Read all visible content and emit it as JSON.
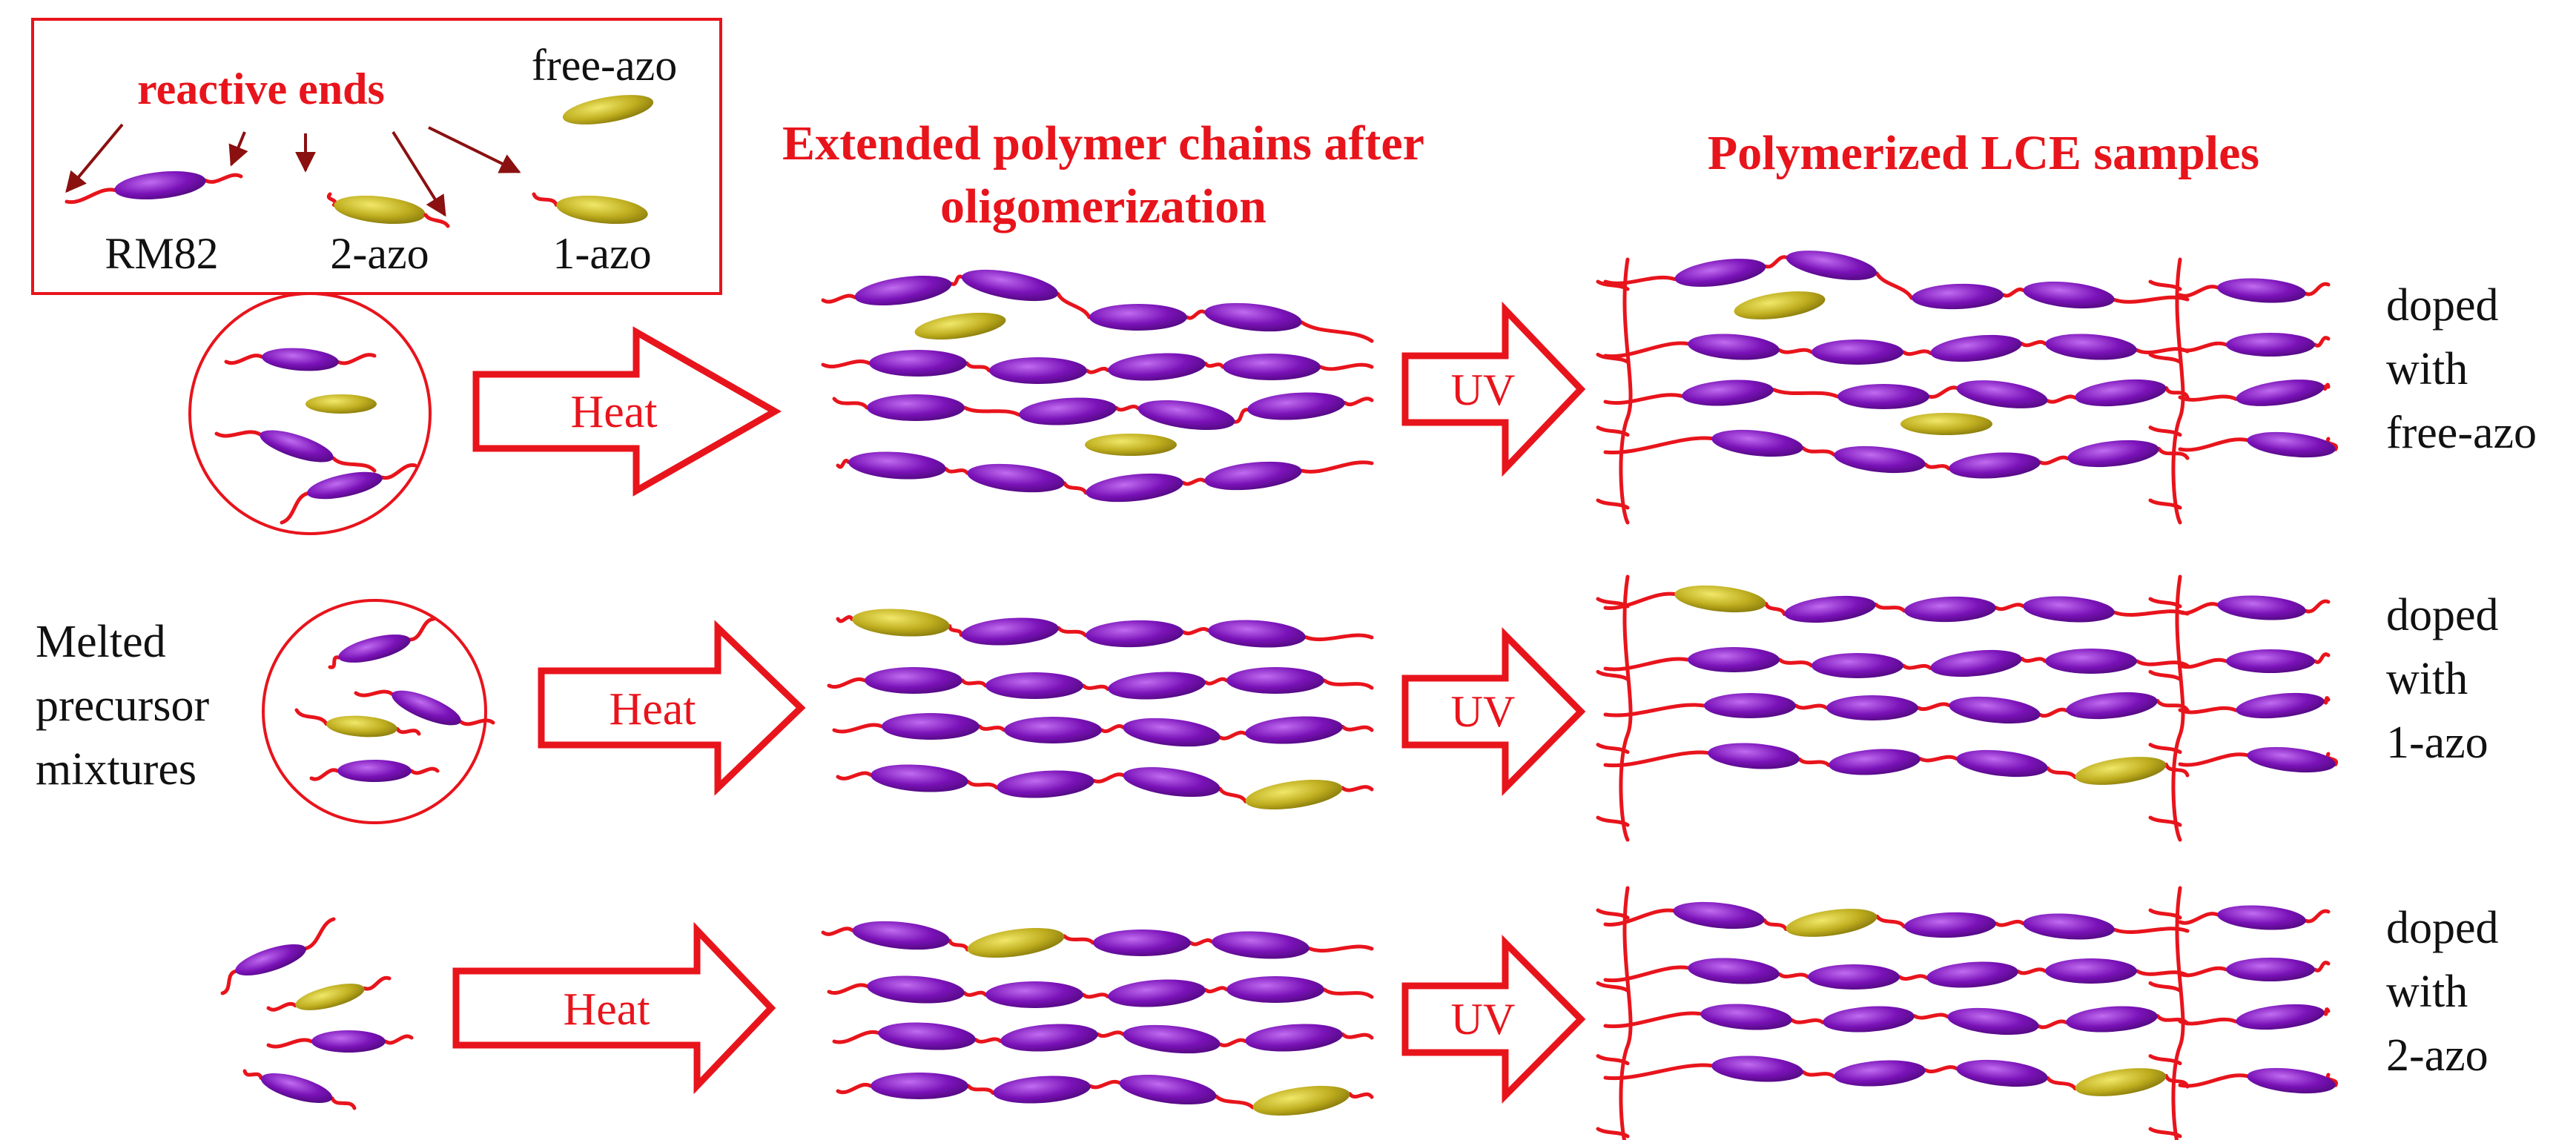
{
  "colors": {
    "red": "#e8141c",
    "dark_red": "#8b1010",
    "purple": "#7a12b8",
    "purple_light": "#b45ae0",
    "yellow": "#b7a619",
    "yellow_light": "#e6dc4a",
    "black": "#111111"
  },
  "legend": {
    "reactive_ends": "reactive ends",
    "free_azo": "free-azo",
    "rm82": "RM82",
    "two_azo": "2-azo",
    "one_azo": "1-azo"
  },
  "headers": {
    "extended_line1": "Extended polymer chains after",
    "extended_line2": "oligomerization",
    "polymerized": "Polymerized LCE samples"
  },
  "melted": [
    "Melted",
    "precursor",
    "mixtures"
  ],
  "arrows": {
    "heat": "Heat",
    "uv": "UV"
  },
  "rows": [
    {
      "label_lines": [
        "doped",
        "with",
        "free-azo"
      ]
    },
    {
      "label_lines": [
        "doped",
        "with",
        "1-azo"
      ]
    },
    {
      "label_lines": [
        "doped",
        "with",
        "2-azo"
      ]
    }
  ]
}
